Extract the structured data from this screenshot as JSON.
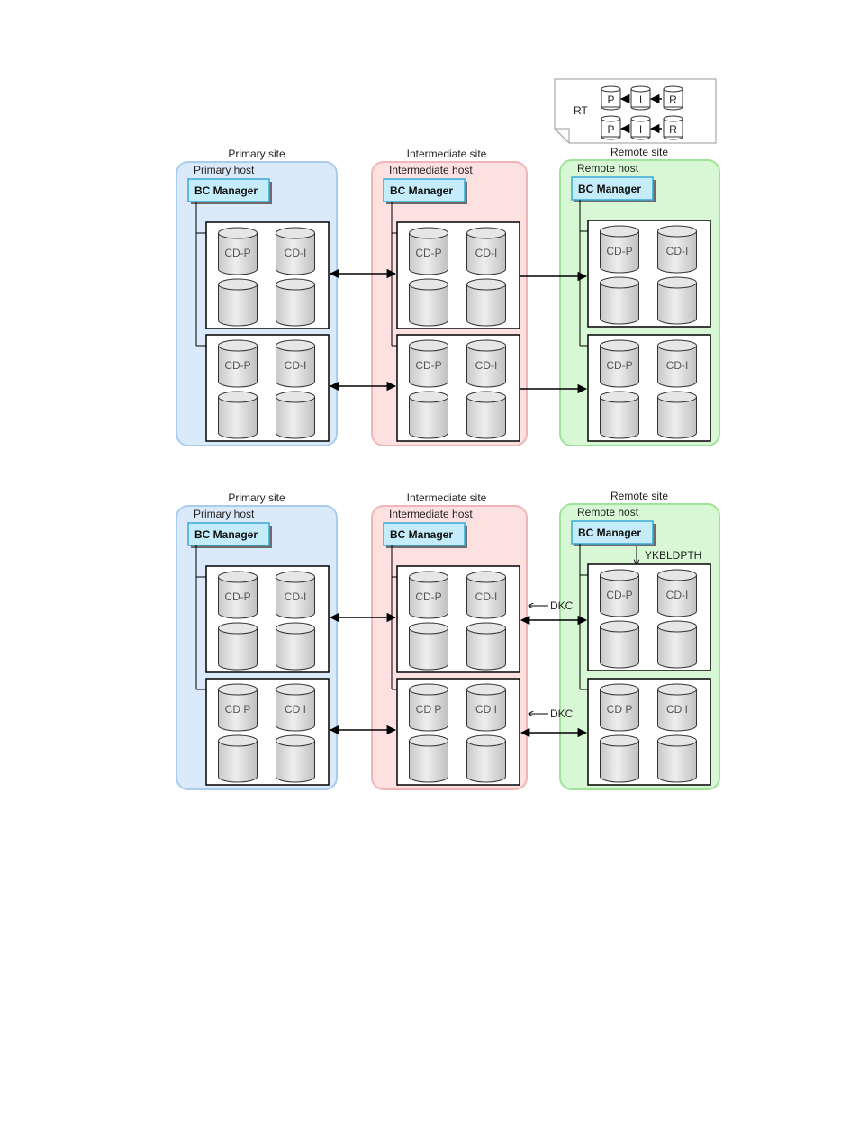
{
  "legend": {
    "label": "RT",
    "rows": [
      [
        "P",
        "I",
        "R"
      ],
      [
        "P",
        "I",
        "R"
      ]
    ]
  },
  "diagrams": [
    {
      "sites": [
        {
          "site_label": "Primary site",
          "host_label": "Primary host",
          "manager_label": "BC Manager",
          "groups": [
            {
              "disks": [
                "CD-P",
                "CD-I",
                "",
                ""
              ]
            },
            {
              "disks": [
                "CD-P",
                "CD-I",
                "",
                ""
              ]
            }
          ]
        },
        {
          "site_label": "Intermediate site",
          "host_label": "Intermediate host",
          "manager_label": "BC Manager",
          "groups": [
            {
              "disks": [
                "CD-P",
                "CD-I",
                "",
                ""
              ]
            },
            {
              "disks": [
                "CD-P",
                "CD-I",
                "",
                ""
              ]
            }
          ]
        },
        {
          "site_label": "Remote site",
          "host_label": "Remote host",
          "manager_label": "BC Manager",
          "groups": [
            {
              "disks": [
                "CD-P",
                "CD-I",
                "",
                ""
              ]
            },
            {
              "disks": [
                "CD-P",
                "CD-I",
                "",
                ""
              ]
            }
          ]
        }
      ],
      "annotations": []
    },
    {
      "sites": [
        {
          "site_label": "Primary site",
          "host_label": "Primary host",
          "manager_label": "BC Manager",
          "groups": [
            {
              "disks": [
                "CD-P",
                "CD-I",
                "",
                ""
              ]
            },
            {
              "disks": [
                "CD P",
                "CD I",
                "",
                ""
              ]
            }
          ]
        },
        {
          "site_label": "Intermediate site",
          "host_label": "Intermediate host",
          "manager_label": "BC Manager",
          "groups": [
            {
              "disks": [
                "CD-P",
                "CD-I",
                "",
                ""
              ]
            },
            {
              "disks": [
                "CD P",
                "CD I",
                "",
                ""
              ]
            }
          ]
        },
        {
          "site_label": "Remote site",
          "host_label": "Remote host",
          "manager_label": "BC Manager",
          "groups": [
            {
              "disks": [
                "CD-P",
                "CD-I",
                "",
                ""
              ]
            },
            {
              "disks": [
                "CD P",
                "CD I",
                "",
                ""
              ]
            }
          ]
        }
      ],
      "annotations": [
        "YKBLDPTH",
        "DKC",
        "DKC"
      ]
    }
  ],
  "colors": {
    "primary_fill": "#dbeafb",
    "primary_stroke": "#a9cdee",
    "intermediate_fill": "#fde0e0",
    "intermediate_stroke": "#f1b5b5",
    "remote_fill": "#d8f7d5",
    "remote_stroke": "#9fe39a",
    "manager_fill": "#c4ecfb",
    "manager_stroke": "#3aa8d8",
    "disk_fill": "#dcdcdc",
    "line": "#000000"
  }
}
